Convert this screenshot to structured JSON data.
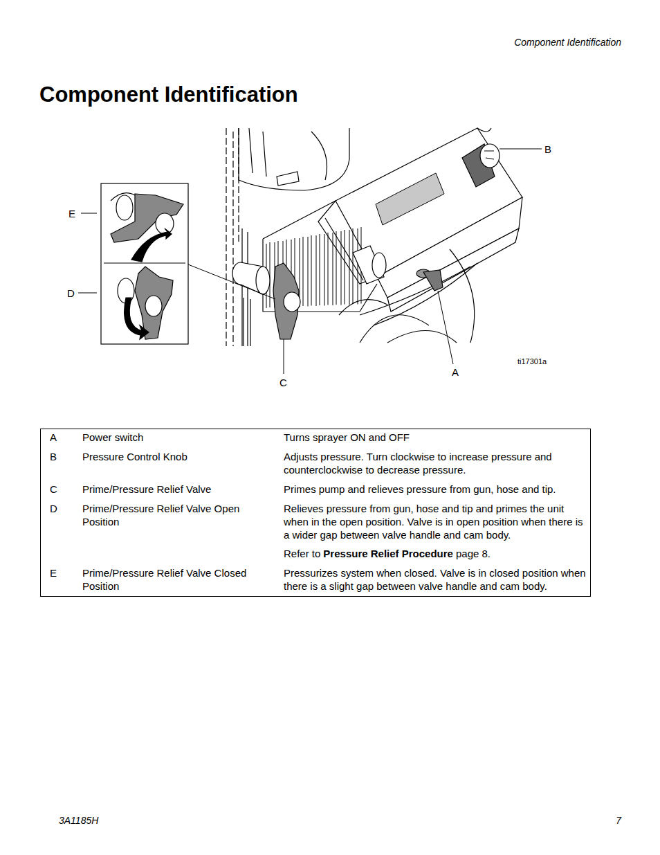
{
  "diagram": {
    "title": "Component Identification",
    "labels": [
      "Component Identification",
      "B",
      "E",
      "D",
      "ti17301a",
      "A",
      "C",
      "A",
      "Power switch",
      "Turns sprayer ON and OFF",
      "B",
      "Pressure Control Knob",
      "Adjusts pressure. Turn clockwise to increase pressure and counterclockwise to decrease pressure.",
      "C",
      "Prime/Pressure Relief Valve",
      "Primes pump and relieves pressure from gun, hose and tip.",
      "D",
      "Prime/Pressure Relief Valve Open Position",
      "Relieves pressure from gun, hose and tip and primes the unit when in the open position. Valve is in open position when there is a wider gap between valve handle and cam body.",
      "Refer to",
      "Pressure Relief Procedure",
      "page 8.",
      "E",
      "Prime/Pressure Relief Valve Closed Position",
      "Pressurizes system when closed. Valve is in closed position when there is a slight gap between valve handle and cam body.",
      "3A1185H",
      "7"
    ]
  }
}
